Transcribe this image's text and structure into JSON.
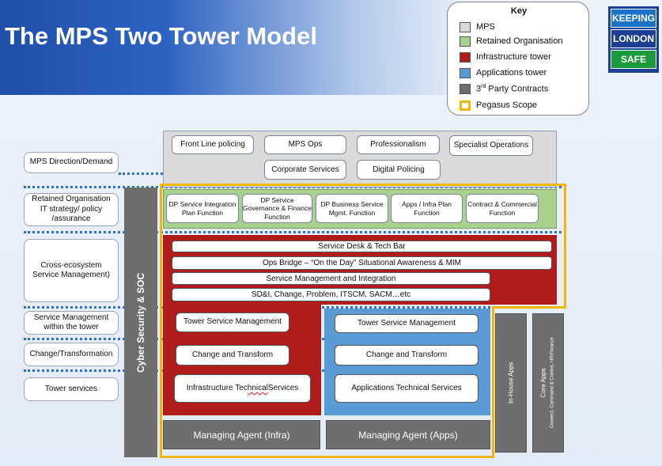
{
  "title": "The MPS Two Tower Model",
  "key": {
    "title": "Key",
    "items": [
      {
        "label": "MPS",
        "color": "#dadada"
      },
      {
        "label": "Retained Organisation",
        "color": "#a9d18e"
      },
      {
        "label": "Infrastructure tower",
        "color": "#b01c1c"
      },
      {
        "label": "Applications tower",
        "color": "#5b9bd5"
      },
      {
        "label_pre": "3",
        "label_sup": "rd",
        "label_post": " Party Contracts",
        "color": "#6e6e6e"
      },
      {
        "label": "Pegasus Scope",
        "color": "#f2b705"
      }
    ]
  },
  "logo": {
    "lines": [
      "KEEPING",
      "LONDON",
      "SAFE"
    ],
    "colors": [
      "#1a73c8",
      "#1a3f94",
      "#1a9a3c"
    ]
  },
  "left_labels": [
    "MPS Direction/Demand",
    "Retained Organisation IT strategy/ policy /assurance",
    "Cross-ecosystem Service Management)",
    "Service Management within the tower",
    "Change/Transformation",
    "Tower services"
  ],
  "cyber": "Cyber Security & SOC",
  "mps_boxes": [
    "Front Line policing",
    "MPS Ops",
    "Professionalism",
    "Specialist Operations",
    "Corporate Services",
    "Digital Policing"
  ],
  "retained_boxes": [
    "DP Service Integration Plan Function",
    "DP Service Governance & Finance Function",
    "DP Business Service Mgmt. Function",
    "Apps / Infra Plan Function",
    "Contract & Commercial Function"
  ],
  "service_bars": [
    "Service Desk & Tech Bar",
    "Ops Bridge – “On the Day” Situational Awareness & MIM",
    "Service Management and Integration",
    "SD&I, Change, Problem, ITSCM, SACM…etc"
  ],
  "infra_tower": {
    "service_mgmt": "Tower Service Management",
    "change": "Change and Transform",
    "tech_pre": "Infrastructure Tec",
    "tech_sq": "hnical",
    "tech_post": " Services",
    "agent": "Managing Agent (Infra)"
  },
  "apps_tower": {
    "service_mgmt": "Tower Service Management",
    "change": "Change and Transform",
    "tech": "Applications Technical Services",
    "agent": "Managing Agent (Apps)"
  },
  "third_party": {
    "inhouse": "In-House Apps",
    "core_title": "Core Apps",
    "core_sub": "Connect, Command & Control, HR/Finance"
  },
  "colors": {
    "pegasus": "#f2b705",
    "mps": "#dadada",
    "retained": "#a9d18e",
    "infra": "#b01c1c",
    "apps": "#5b9bd5",
    "third_party": "#6e6e6e",
    "dotted_line": "#2f6fd0"
  }
}
